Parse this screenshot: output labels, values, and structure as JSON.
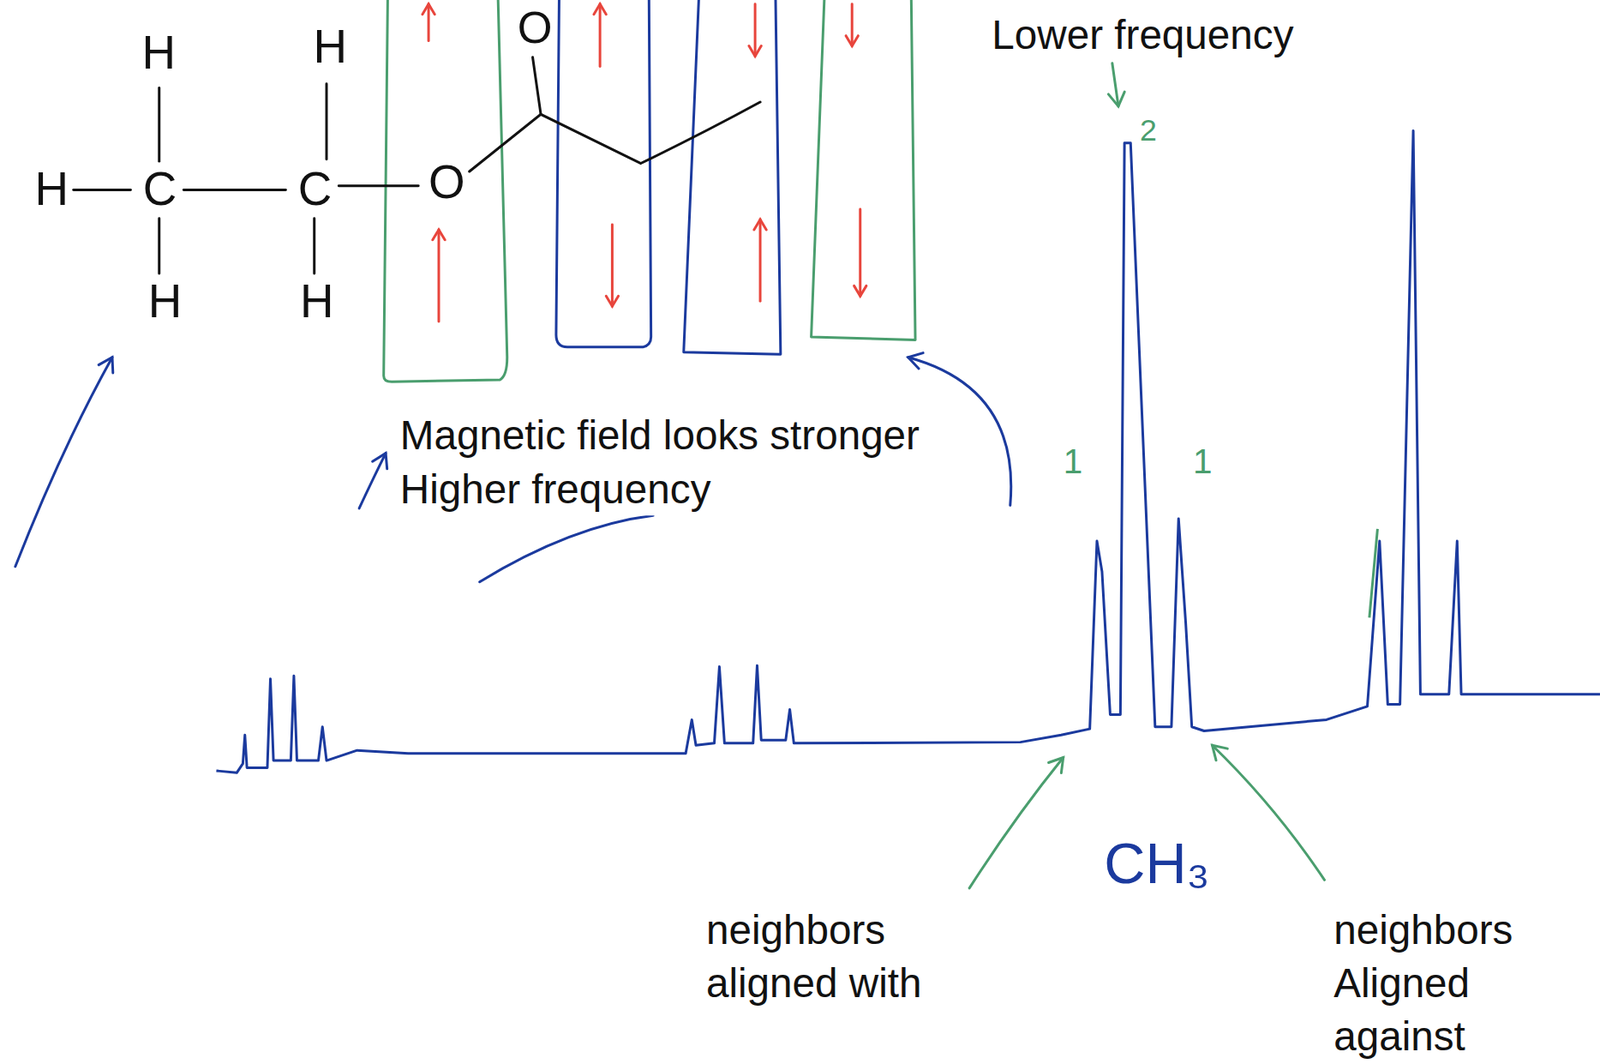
{
  "diagram": {
    "labels": [
      "H",
      "H",
      "H",
      "C",
      "C",
      "O",
      "O",
      "H",
      "H",
      "Lower frequency",
      "Magnetic field looks stronger",
      "Higher frequency",
      "2",
      "1",
      "1",
      "CH₃",
      "neighbors aligned with",
      "neighbors Aligned against"
    ]
  }
}
